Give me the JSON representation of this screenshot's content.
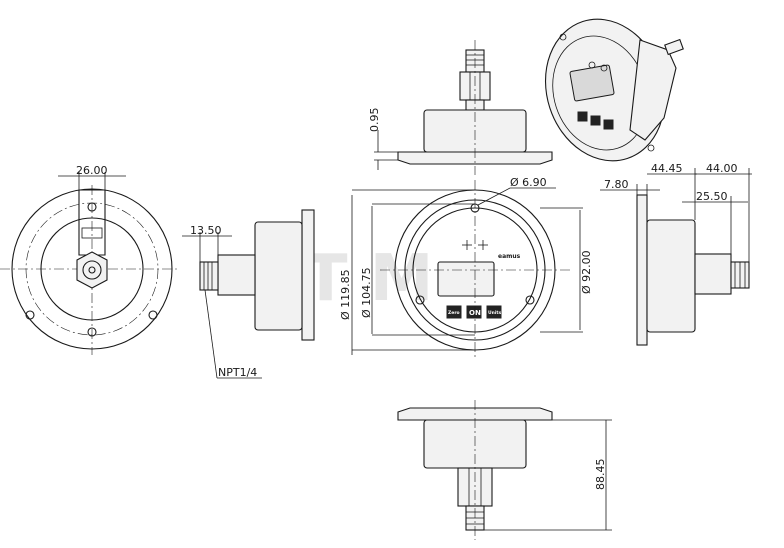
{
  "dimensions": {
    "flange_thickness": "0.95",
    "bolt_spacing": "26.00",
    "thread_length": "13.50",
    "thread_spec": "NPT1/4",
    "hole_diameter": "Ø 6.90",
    "flange_diameter": "Ø 119.85",
    "bolt_circle_diameter": "Ø 104.75",
    "case_diameter": "Ø 92.00",
    "flange_offset": "7.80",
    "depth_a": "44.45",
    "depth_b": "44.00",
    "depth_c": "25.50",
    "overall_height": "88.45"
  },
  "front_panel": {
    "buttons": [
      "Zero",
      "ON",
      "Units"
    ]
  },
  "watermark": "IT M"
}
